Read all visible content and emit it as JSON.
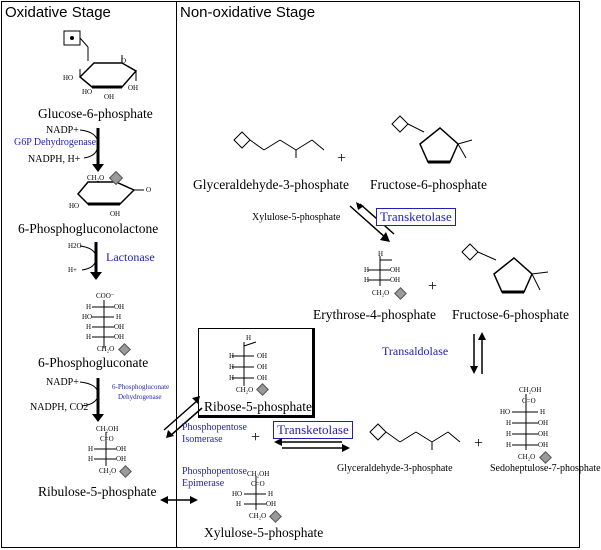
{
  "headers": {
    "oxidative": "Oxidative Stage",
    "non_oxidative": "Non-oxidative Stage"
  },
  "oxidative": {
    "compounds": {
      "g6p": "Glucose-6-phosphate",
      "lactone": "6-Phosphogluconolactone",
      "gluconate": "6-Phosphogluconate",
      "ru5p": "Ribulose-5-phosphate"
    },
    "step1": {
      "in": "NADP+",
      "enzyme": "G6P Dehydrogenase",
      "out": "NADPH, H+"
    },
    "step2": {
      "in": "H2O",
      "enzyme": "Lactonase",
      "out": "H+"
    },
    "step3": {
      "in": "NADP+",
      "enzyme_line1": "6-Phosphogluconate",
      "enzyme_line2": "Dehydrogenase",
      "out": "NADPH, CO2"
    }
  },
  "non_oxidative": {
    "compounds": {
      "gap_top": "Glyceraldehyde-3-phosphate",
      "f6p_top": "Fructose-6-phosphate",
      "e4p": "Erythrose-4-phosphate",
      "f6p_right": "Fructose-6-phosphate",
      "r5p": "Ribose-5-phosphate",
      "gap_bottom": "Glyceraldehyde-3-phosphate",
      "s7p": "Sedoheptulose-7-phosphate",
      "xu5p_bottom": "Xylulose-5-phosphate",
      "xu5p_side": "Xylulose-5-phosphate"
    },
    "enzymes": {
      "transketolase_top": "Transketolase",
      "transaldolase": "Transaldolase",
      "transketolase_bottom": "Transketolase",
      "isomerase_line1": "Phosphopentose",
      "isomerase_line2": "Isomerase",
      "epimerase_line1": "Phosphopentose",
      "epimerase_line2": "Epimerase"
    },
    "plus": "+"
  },
  "structure_text": {
    "P": "P",
    "cho": "C=O",
    "h": "H",
    "oh": "OH",
    "ho": "HO",
    "ch2op": "CH₂O",
    "ch2oh": "CH₂OH",
    "coo": "COO⁻",
    "o": "O"
  },
  "colors": {
    "enzyme_blue": "#1f1fb4",
    "phosphate_gray": "#9a9a9a"
  }
}
